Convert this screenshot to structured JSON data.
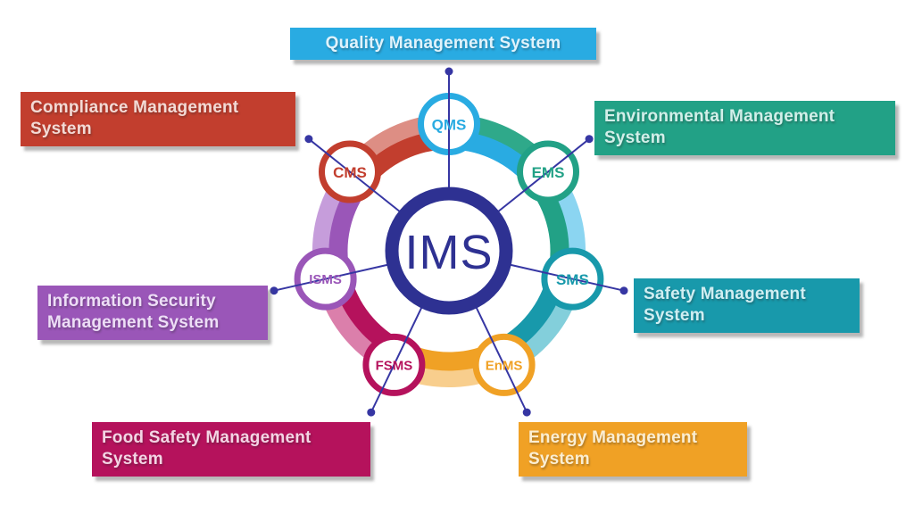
{
  "center": {
    "label": "IMS",
    "color": "#2E3192"
  },
  "line_color": "#3636A3",
  "systems": [
    {
      "abbr": "QMS",
      "name": "Quality Management System",
      "color": "#29ABE2",
      "arc_outer": "#2FA98A",
      "text_tint": "#E0F3FC"
    },
    {
      "abbr": "EMS",
      "name": "Environmental Management System",
      "color": "#22A186",
      "arc_outer": "#8BD5F1",
      "text_tint": "#D2EFE9"
    },
    {
      "abbr": "SMS",
      "name": "Safety Management System",
      "color": "#1899AB",
      "arc_outer": "#83CFDB",
      "text_tint": "#D0EEF2"
    },
    {
      "abbr": "EnMS",
      "name": "Energy Management System",
      "color": "#F0A125",
      "arc_outer": "#F8CE8D",
      "text_tint": "#FBEED2"
    },
    {
      "abbr": "FSMS",
      "name": "Food Safety Management System",
      "color": "#B5125C",
      "arc_outer": "#DB7FAB",
      "text_tint": "#F3D5E4"
    },
    {
      "abbr": "ISMS",
      "name": "Information Security Management System",
      "color": "#9A56B8",
      "arc_outer": "#C69DDB",
      "text_tint": "#EDDEF6"
    },
    {
      "abbr": "CMS",
      "name": "Compliance Management System",
      "color": "#C23E2E",
      "arc_outer": "#DD8E84",
      "text_tint": "#F3DAD5"
    }
  ]
}
